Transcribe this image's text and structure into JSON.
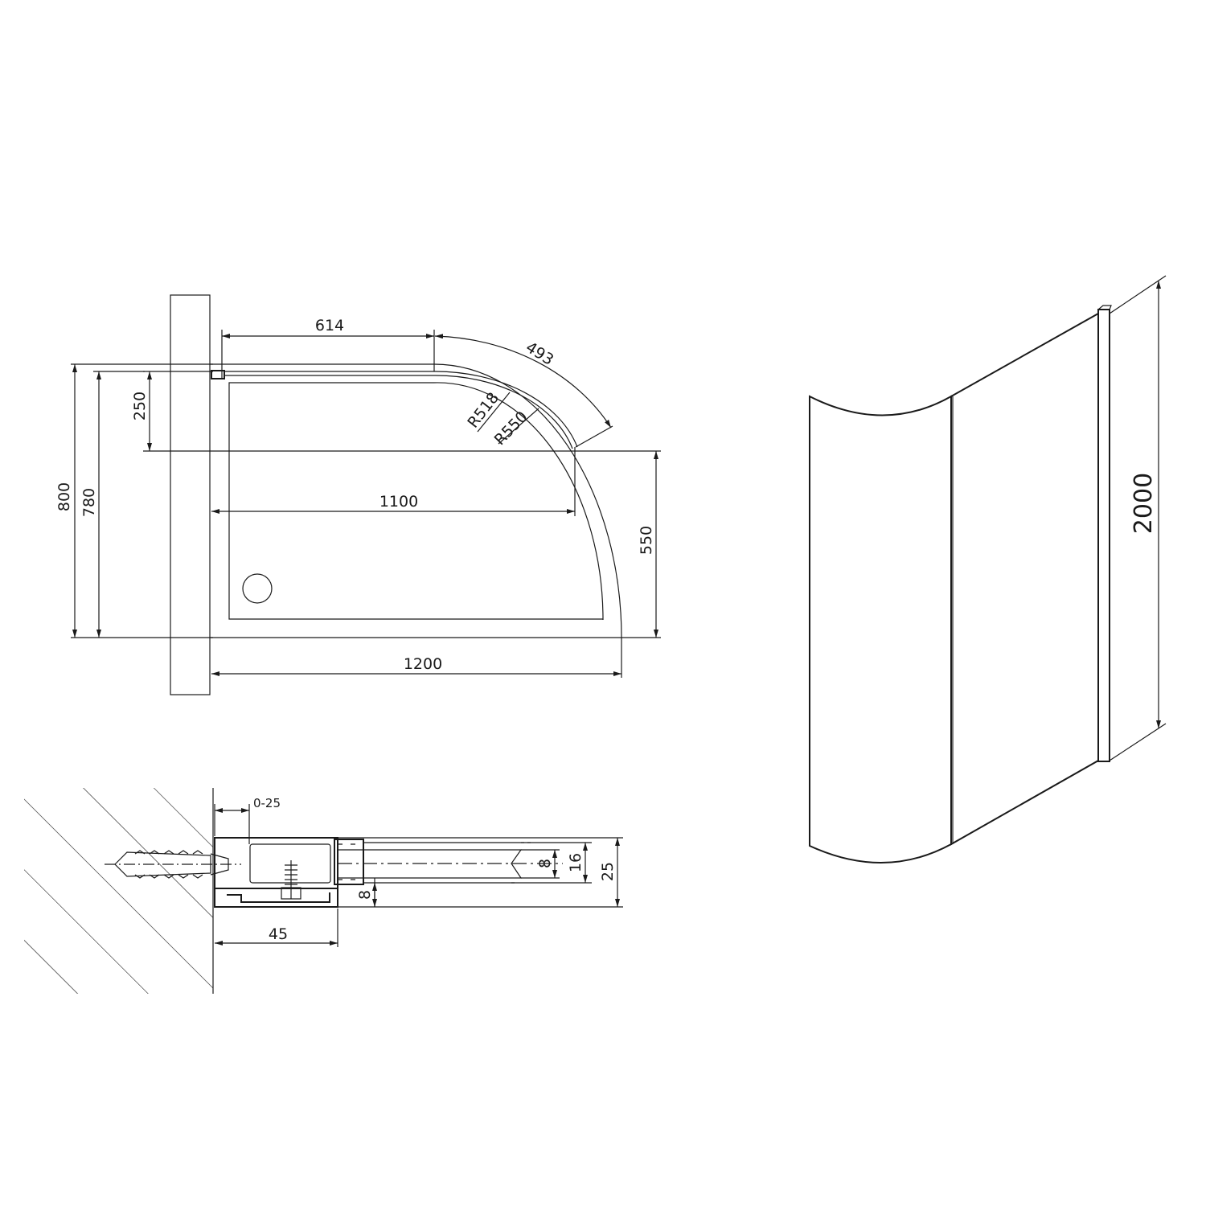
{
  "colors": {
    "line": "#1a1a1a",
    "glass_light": "#d4ffff",
    "glass_mid": "#b8f2ee",
    "glass_edge": "#7fd6c8",
    "glass_section": "#26c4e8",
    "background": "#ffffff"
  },
  "plan_view": {
    "dims": {
      "d614": "614",
      "d493": "493",
      "d250": "250",
      "r518": "R518",
      "r550": "R550",
      "d800": "800",
      "d780": "780",
      "d1100": "1100",
      "d550": "550",
      "d1200": "1200"
    }
  },
  "profile_detail": {
    "dims": {
      "d0_25": "0-25",
      "d8_glass": "8",
      "d16": "16",
      "d25": "25",
      "d8_offset": "8",
      "d45": "45"
    }
  },
  "elevation_view": {
    "dims": {
      "d2000": "2000"
    }
  }
}
